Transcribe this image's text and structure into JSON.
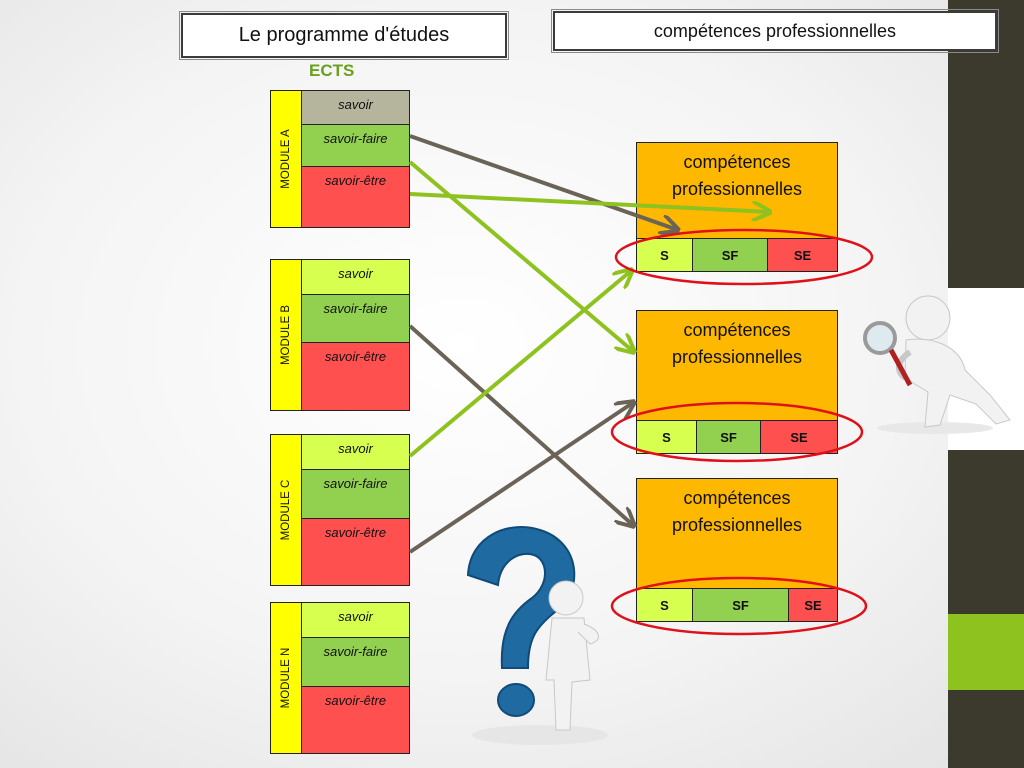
{
  "header": {
    "program_title": "Le programme d'études",
    "competences_title": "compétences professionnelles",
    "ects_label": "ECTS"
  },
  "modules": [
    {
      "name": "MODULE A",
      "savoir": "savoir",
      "savoir_faire": "savoir-faire",
      "savoir_etre": "savoir-être"
    },
    {
      "name": "MODULE  B",
      "savoir": "savoir",
      "savoir_faire": "savoir-faire",
      "savoir_etre": "savoir-être"
    },
    {
      "name": "MODULE C",
      "savoir": "savoir",
      "savoir_faire": "savoir-faire",
      "savoir_etre": "savoir-être"
    },
    {
      "name": "MODULE N",
      "savoir": "savoir",
      "savoir_faire": "savoir-faire",
      "savoir_etre": "savoir-être"
    }
  ],
  "competences": [
    {
      "line1": "compétences",
      "line2": "professionnelles",
      "s": "S",
      "sf": "SF",
      "se": "SE"
    },
    {
      "line1": "compétences",
      "line2": "professionnelles",
      "s": "S",
      "sf": "SF",
      "se": "SE"
    },
    {
      "line1": "compétences",
      "line2": "professionnelles",
      "s": "S",
      "sf": "SF",
      "se": "SE"
    }
  ],
  "colors": {
    "module_side": "#ffff00",
    "savoir_grey": "#b5b59e",
    "savoir_lime": "#d6ff4f",
    "savoir_faire": "#92d050",
    "savoir_etre": "#ff5050",
    "competence_box": "#ffb800",
    "arrow_green": "#8dc21f",
    "arrow_grey": "#6b6456",
    "highlight_ellipse": "#e0101a"
  }
}
